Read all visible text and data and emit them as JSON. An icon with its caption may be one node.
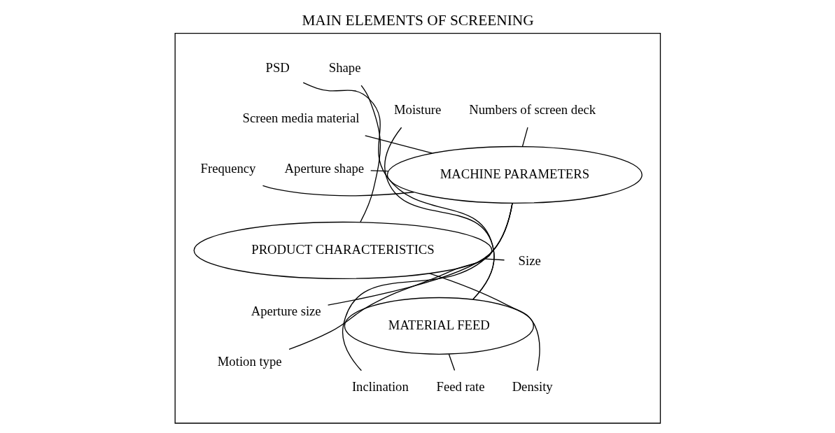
{
  "diagram": {
    "title": "MAIN ELEMENTS OF SCREENING",
    "nodes": [
      {
        "text": [],
        "shape": "box"
      },
      {
        "text": [
          "PRODUCT CHARACTERISTICS"
        ],
        "in": 0
      },
      {
        "text": [
          "Density"
        ],
        "in": 0
      },
      {
        "text": [
          "Size"
        ],
        "in": 0
      },
      {
        "text": [
          "Shape"
        ],
        "in": 0
      },
      {
        "text": [
          "MACHINE PARAMETERS"
        ],
        "in": 0
      },
      {
        "text": [
          "Numbers of screen deck"
        ],
        "in": 0
      },
      {
        "text": [
          "Aperture size"
        ],
        "in": 0
      },
      {
        "text": [
          "Frequency"
        ],
        "in": 0
      },
      {
        "text": [
          "Aperture shape"
        ],
        "in": 0
      },
      {
        "text": [
          "Inclination"
        ],
        "in": 0
      },
      {
        "text": [
          "Screen media material"
        ],
        "in": 0
      },
      {
        "text": [
          "Motion type"
        ],
        "in": 0
      },
      {
        "text": [
          "MATERIAL FEED"
        ],
        "in": 0
      },
      {
        "text": [
          "Moisture"
        ],
        "in": 0
      },
      {
        "text": [
          "Feed rate"
        ],
        "in": 0
      },
      {
        "text": [
          "PSD"
        ],
        "in": 0
      }
    ],
    "edges": [
      {
        "from": 1,
        "to": 2,
        "arrow": "none"
      },
      {
        "from": 1,
        "to": 3,
        "arrow": "none"
      },
      {
        "from": 1,
        "to": 4,
        "arrow": "none"
      },
      {
        "from": 5,
        "to": 6,
        "arrow": "none"
      },
      {
        "from": 5,
        "to": 7,
        "arrow": "none"
      },
      {
        "from": 5,
        "to": 8,
        "arrow": "none"
      },
      {
        "from": 5,
        "to": 9,
        "arrow": "none"
      },
      {
        "from": 5,
        "to": 10,
        "arrow": "none"
      },
      {
        "from": 5,
        "to": 11,
        "arrow": "none"
      },
      {
        "from": 5,
        "to": 12,
        "arrow": "none"
      },
      {
        "from": 13,
        "to": 14,
        "arrow": "none"
      },
      {
        "from": 13,
        "to": 15,
        "arrow": "none"
      },
      {
        "from": 13,
        "to": 16,
        "arrow": "none"
      }
    ]
  }
}
